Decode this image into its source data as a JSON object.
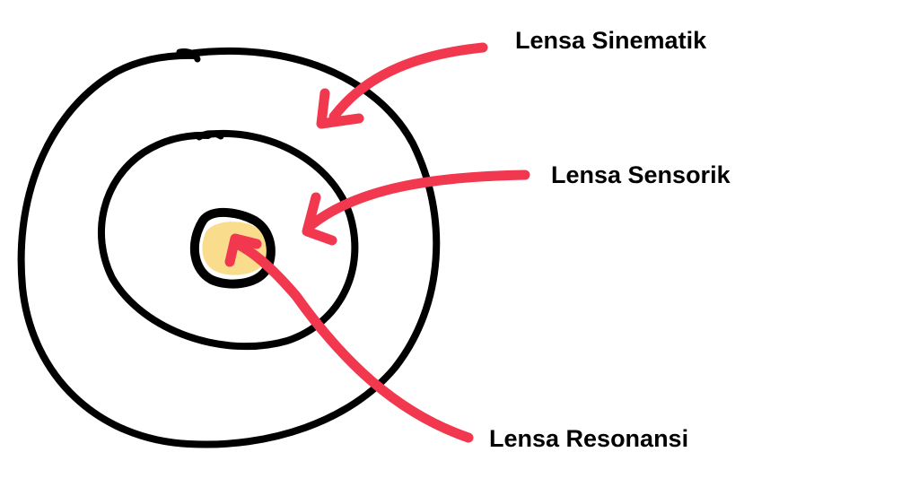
{
  "labels": [
    {
      "text": "Lensa Sinematik",
      "target": "outer-ring"
    },
    {
      "text": "Lensa Sensorik",
      "target": "middle-ring"
    },
    {
      "text": "Lensa Resonansi",
      "target": "core"
    }
  ],
  "colors": {
    "ring": "#000000",
    "arrow": "#f2384f",
    "core_fill": "#f9dc8c",
    "background": "#ffffff"
  }
}
